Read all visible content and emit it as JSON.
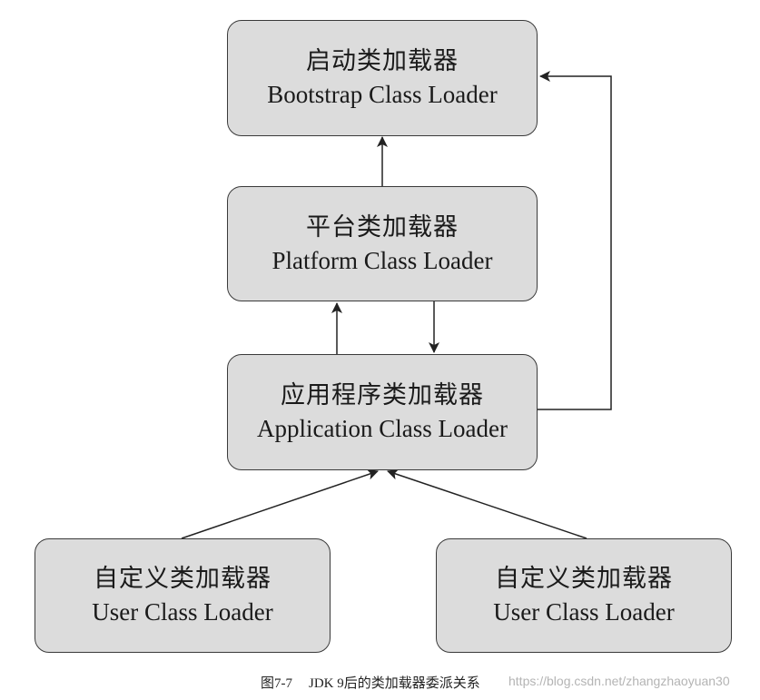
{
  "nodes": {
    "bootstrap": {
      "zh": "启动类加载器",
      "en": "Bootstrap Class Loader"
    },
    "platform": {
      "zh": "平台类加载器",
      "en": "Platform Class Loader"
    },
    "application": {
      "zh": "应用程序类加载器",
      "en": "Application Class Loader"
    },
    "user_left": {
      "zh": "自定义类加载器",
      "en": "User Class Loader"
    },
    "user_right": {
      "zh": "自定义类加载器",
      "en": "User Class Loader"
    }
  },
  "edges": [
    {
      "from": "platform",
      "to": "bootstrap"
    },
    {
      "from": "application",
      "to": "platform"
    },
    {
      "from": "platform",
      "to": "application"
    },
    {
      "from": "application",
      "to": "bootstrap"
    },
    {
      "from": "user_left",
      "to": "application"
    },
    {
      "from": "user_right",
      "to": "application"
    }
  ],
  "caption": {
    "number": "图7-7",
    "text": "JDK 9后的类加载器委派关系"
  },
  "watermark": "https://blog.csdn.net/zhangzhaoyuan30"
}
